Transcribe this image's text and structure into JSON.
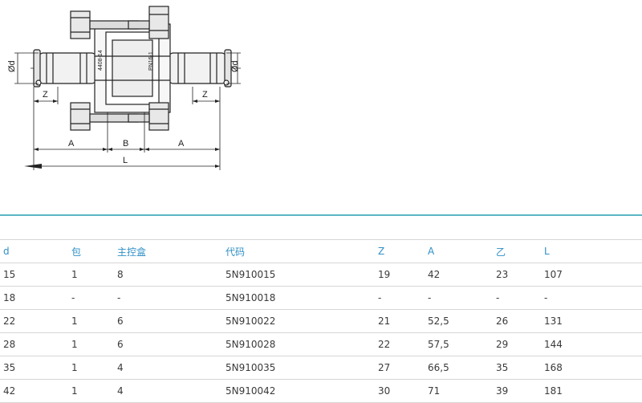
{
  "drawing": {
    "dim_labels": {
      "d_left": "Ød",
      "d_right": "Ød",
      "z_left": "Z",
      "z_right": "Z",
      "a_left": "A",
      "b": "B",
      "a_right": "A",
      "l": "L"
    },
    "markings": {
      "left": "4408-14",
      "right": "PN16-1"
    }
  },
  "table": {
    "headers": [
      "d",
      "包",
      "主控盒",
      "代码",
      "Z",
      "A",
      "乙",
      "L"
    ],
    "rows": [
      [
        "15",
        "1",
        "8",
        "5N910015",
        "19",
        "42",
        "23",
        "107"
      ],
      [
        "18",
        "-",
        "-",
        "5N910018",
        "-",
        "-",
        "-",
        "-"
      ],
      [
        "22",
        "1",
        "6",
        "5N910022",
        "21",
        "52,5",
        "26",
        "131"
      ],
      [
        "28",
        "1",
        "6",
        "5N910028",
        "22",
        "57,5",
        "29",
        "144"
      ],
      [
        "35",
        "1",
        "4",
        "5N910035",
        "27",
        "66,5",
        "35",
        "168"
      ],
      [
        "42",
        "1",
        "4",
        "5N910042",
        "30",
        "71",
        "39",
        "181"
      ]
    ]
  }
}
